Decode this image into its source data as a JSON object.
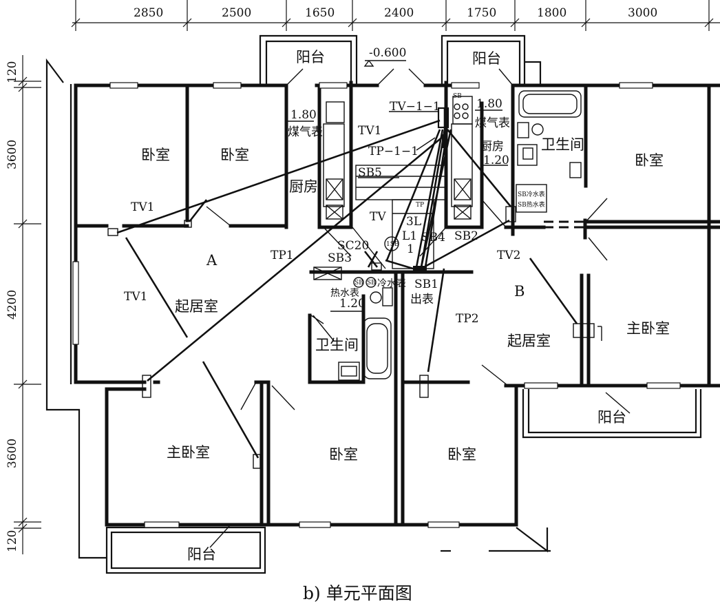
{
  "dimensions": {
    "top": [
      "2850",
      "2500",
      "1650",
      "2400",
      "1750",
      "1800",
      "3000"
    ],
    "left": [
      "120",
      "3600",
      "4200",
      "3600",
      "120"
    ]
  },
  "rooms": {
    "balcony": "阳台",
    "bedroom": "卧室",
    "master_bedroom": "主卧室",
    "living_room": "起居室",
    "kitchen": "厨房",
    "bathroom": "卫生间"
  },
  "units": {
    "a": "A",
    "b": "B"
  },
  "annotations": {
    "elevation": "-0.600",
    "h_1_80": "1.80",
    "h_1_20": "1.20",
    "gas_meter": "煤气表",
    "cold_water_meter": "冷水表",
    "hot_water_meter": "热水表",
    "outlet": "出表",
    "sb": "SB",
    "sb_small_1": "SB冷水表",
    "sb_small_2": "SB热水表",
    "tp_small": "TP"
  },
  "labels": {
    "tv_1_1": "TV−1−1",
    "tp_1_1": "TP−1−1",
    "tv1": "TV1",
    "tv2": "TV2",
    "tv": "TV",
    "tp1": "TP1",
    "tp2": "TP2",
    "sb1": "SB1",
    "sb2": "SB2",
    "sb3": "SB3",
    "sb4": "SB4",
    "sb5": "SB5",
    "sc20": "SC20",
    "l1": "L1",
    "three_l": "3L",
    "one": "1",
    "one_sb": "1SB"
  },
  "caption": "b) 单元平面图"
}
